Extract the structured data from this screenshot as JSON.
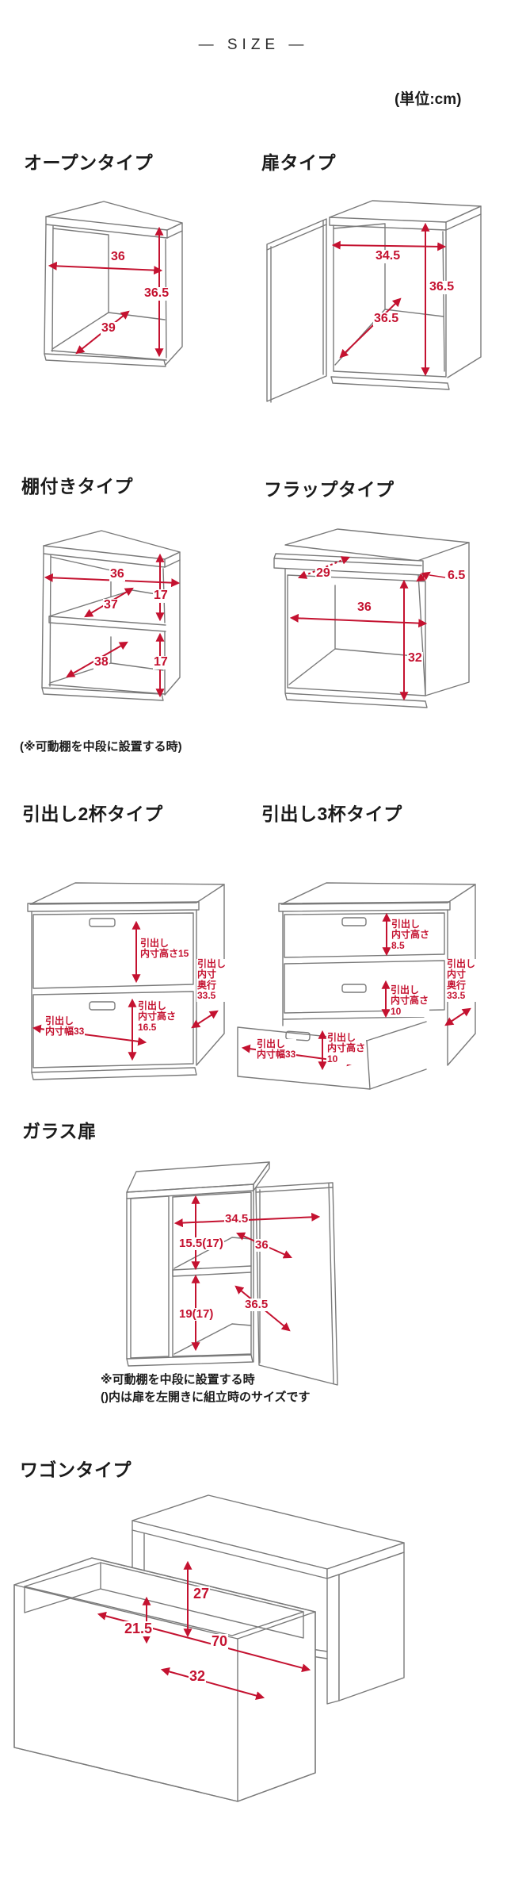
{
  "page": {
    "title": "— SIZE —",
    "unit": "(単位:cm)"
  },
  "colors": {
    "dimension_red": "#c41230",
    "line_gray": "#7a7a7a"
  },
  "open": {
    "heading": "オープンタイプ",
    "width": "36",
    "height": "36.5",
    "depth": "39"
  },
  "door": {
    "heading": "扉タイプ",
    "width": "34.5",
    "height": "36.5",
    "depth": "36.5"
  },
  "shelf": {
    "heading": "棚付きタイプ",
    "width": "36",
    "upper_height": "17",
    "shelf_depth": "37",
    "lower_height": "17",
    "bottom_depth": "38",
    "note": "(※可動棚を中段に設置する時)"
  },
  "flap": {
    "heading": "フラップタイプ",
    "flap_depth": "29",
    "flap_thickness": "6.5",
    "width": "36",
    "height": "32"
  },
  "drawer2": {
    "heading": "引出し2杯タイプ",
    "top_height": "引出し\n内寸高さ15",
    "depth": "引出し\n内寸\n奥行\n33.5",
    "bottom_height": "引出し\n内寸高さ\n16.5",
    "width": "引出し\n内寸幅33"
  },
  "drawer3": {
    "heading": "引出し3杯タイプ",
    "top_height": "引出し\n内寸高さ\n8.5",
    "middle_height": "引出し\n内寸高さ\n10",
    "depth": "引出し\n内寸\n奥行\n33.5",
    "bottom_height": "引出し\n内寸高さ\n10",
    "width": "引出し\n内寸幅33"
  },
  "glass": {
    "heading": "ガラス扉",
    "width": "34.5",
    "upper_height": "15.5(17)",
    "shelf_depth": "36",
    "lower_height": "19(17)",
    "bottom_depth": "36.5",
    "note": "※可動棚を中段に設置する時\n()内は扉を左開きに組立時のサイズです"
  },
  "wagon": {
    "heading": "ワゴンタイプ",
    "height": "27",
    "inner_height": "21.5",
    "inner_width": "70",
    "depth": "32"
  }
}
